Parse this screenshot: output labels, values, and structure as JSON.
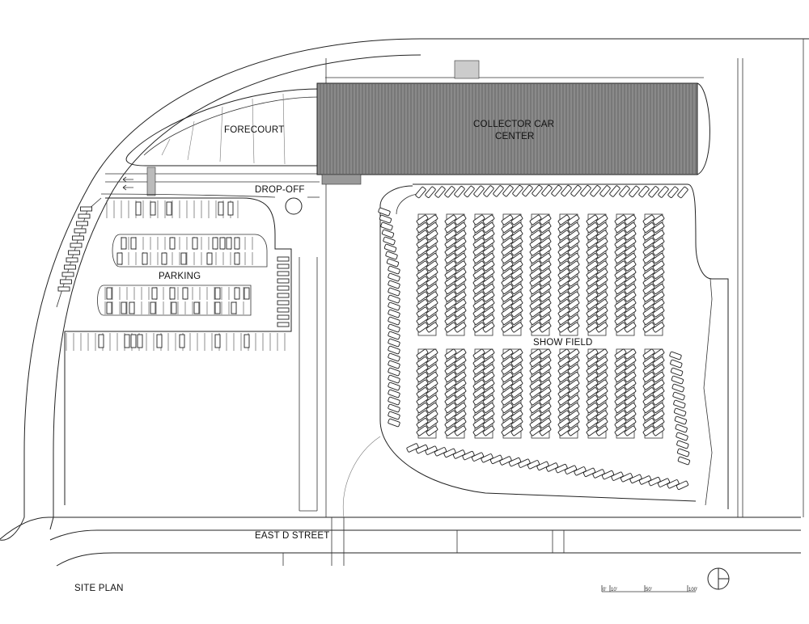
{
  "labels": {
    "forecourt": "FORECOURT",
    "building_line1": "COLLECTOR CAR",
    "building_line2": "CENTER",
    "dropoff": "DROP-OFF",
    "parking": "PARKING",
    "showfield": "SHOW FIELD",
    "street": "EAST D STREET",
    "title": "SITE PLAN"
  },
  "scale_bar": {
    "ticks": [
      "0'",
      "10'",
      "50'",
      "100'"
    ]
  },
  "icons": {
    "north": "north-arrow-icon"
  }
}
